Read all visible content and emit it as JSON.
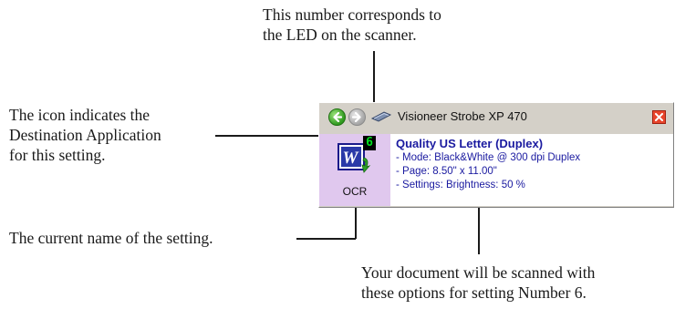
{
  "annotations": {
    "led_note": [
      "This number corresponds to",
      "the LED on the scanner."
    ],
    "icon_note": [
      "The icon indicates the",
      "Destination Application",
      "for this setting."
    ],
    "name_note": "The current name of the setting.",
    "options_note": [
      "Your document will be scanned with",
      "these options for setting Number 6."
    ]
  },
  "titlebar": {
    "device_name": "Visioneer Strobe XP 470"
  },
  "setting": {
    "led_number": "6",
    "name": "OCR",
    "title": "Quality US Letter (Duplex)",
    "options": [
      "- Mode: Black&White @ 300 dpi Duplex",
      "- Page:  8.50\" x 11.00\"",
      "- Settings: Brightness: 50 %"
    ]
  },
  "icons": {
    "back": "back-arrow-icon",
    "forward": "forward-arrow-icon",
    "scanner": "scanner-icon",
    "close": "close-icon",
    "destination": "word-app-icon"
  },
  "colors": {
    "panel_bg": "#d4d0c8",
    "tile_bg": "#e0c8ee",
    "info_text": "#1a1aa0",
    "led_digit": "#00e020"
  }
}
